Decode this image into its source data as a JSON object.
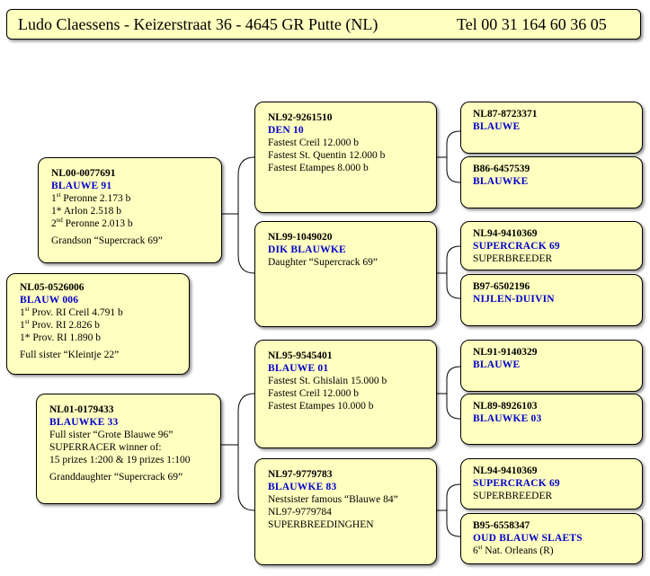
{
  "header": {
    "address": "Ludo Claessens - Keizerstraat 36 - 4645 GR  Putte (NL)",
    "telephone": "Tel 00 31 164 60 36 05"
  },
  "pigeon": {
    "ring": "NL05-0526006",
    "name": "BLAUW 006",
    "results": [
      {
        "ord": "1",
        "sup": "st",
        "text": " Prov. RI Creil 4.791 b"
      },
      {
        "ord": "1",
        "sup": "st",
        "text": " Prov. RI 2.826 b"
      },
      {
        "ord": "1* Prov. RI 1.890 b",
        "sup": "",
        "text": ""
      }
    ],
    "note": "Full sister “Kleintje 22”"
  },
  "father": {
    "ring": "NL00-0077691",
    "name": "BLAUWE 91",
    "results": [
      {
        "ord": "1",
        "sup": "st",
        "text": " Peronne 2.173 b"
      },
      {
        "ord": "1* Arlon 2.518 b",
        "sup": "",
        "text": ""
      },
      {
        "ord": "2",
        "sup": "nd",
        "text": " Peronne 2.013 b"
      }
    ],
    "note": "Grandson “Supercrack 69”"
  },
  "mother": {
    "ring": "NL01-0179433",
    "name": "BLAUWKE 33",
    "lines": [
      "Full sister  “Grote Blauwe 96”",
      "SUPERRACER winner of:",
      "15 prizes 1:200 & 19 prizes 1:100"
    ],
    "note": "Granddaughter “Supercrack 69”"
  },
  "ff": {
    "ring": "NL92-9261510",
    "name": "DEN 10",
    "lines": [
      "Fastest Creil 12.000 b",
      "Fastest St. Quentin 12.000 b",
      "Fastest Etampes 8.000 b"
    ]
  },
  "fm": {
    "ring": "NL99-1049020",
    "name": "DIK BLAUWKE",
    "lines": [
      "Daughter “Supercrack 69”"
    ]
  },
  "mf": {
    "ring": "NL95-9545401",
    "name": "BLAUWE 01",
    "lines": [
      "Fastest St. Ghislain 15.000 b",
      "Fastest Creil 12.000 b",
      "Fastest Etampes 10.000 b"
    ]
  },
  "mm": {
    "ring": "NL97-9779783",
    "name": "BLAUWKE 83",
    "lines": [
      "Nestsister famous “Blauwe 84”",
      "NL97-9779784",
      "SUPERBREEDINGHEN"
    ]
  },
  "fff": {
    "ring": "NL87-8723371",
    "name": "BLAUWE",
    "line": ""
  },
  "ffm": {
    "ring": "B86-6457539",
    "name": "BLAUWKE",
    "line": ""
  },
  "fmf": {
    "ring": "NL94-9410369",
    "name": "SUPERCRACK  69",
    "line": "SUPERBREEDER"
  },
  "fmm": {
    "ring": "B97-6502196",
    "name": "NIJLEN-DUIVIN",
    "line": ""
  },
  "mff": {
    "ring": "NL91-9140329",
    "name": "BLAUWE",
    "line": ""
  },
  "mfm": {
    "ring": "NL89-8926103",
    "name": "BLAUWKE 03",
    "line": ""
  },
  "mmf": {
    "ring": "NL94-9410369",
    "name": "SUPERCRACK  69",
    "line": "SUPERBREEDER"
  },
  "mmm": {
    "ring": "B95-6558347",
    "name": "OUD BLAUW SLAETS",
    "line_ord": "6",
    "line_sup": "st",
    "line_text": " Nat. Orleans (R)"
  }
}
